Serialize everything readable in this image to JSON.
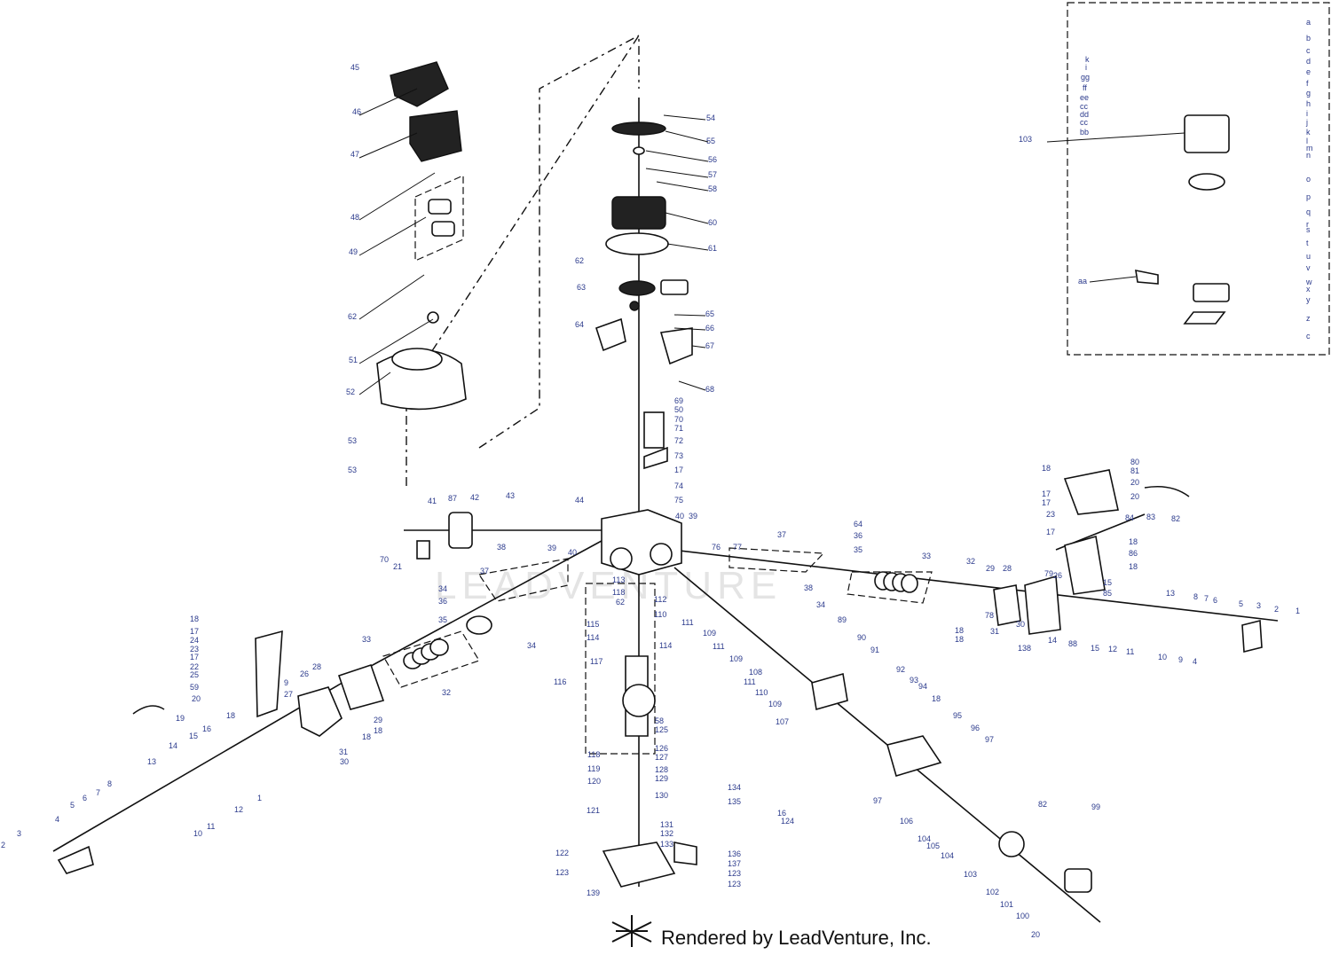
{
  "credit": "Rendered by LeadVenture, Inc.",
  "watermark": "LEADVENTURE",
  "colors": {
    "callout": "#2b3a8c",
    "line": "#111111"
  },
  "callouts": {
    "top": [
      "45",
      "46",
      "47",
      "48",
      "49",
      "62",
      "51",
      "52",
      "53",
      "53"
    ],
    "column": [
      "54",
      "55",
      "56",
      "57",
      "58",
      "60",
      "61",
      "62",
      "63",
      "65",
      "64",
      "66",
      "67",
      "68",
      "69",
      "50",
      "70",
      "71",
      "72",
      "73",
      "17",
      "74",
      "75",
      "44",
      "40",
      "39"
    ],
    "inset": [
      "a",
      "b",
      "c",
      "d",
      "e",
      "f",
      "g",
      "h",
      "i",
      "j",
      "k",
      "l",
      "m",
      "n",
      "o",
      "p",
      "q",
      "r",
      "s",
      "t",
      "u",
      "v",
      "w",
      "x",
      "y",
      "z",
      "c",
      "aa",
      "bb",
      "cc",
      "dd",
      "cc",
      "ee",
      "ff",
      "gg",
      "i",
      "k",
      "103"
    ],
    "left_arm": [
      "41",
      "87",
      "42",
      "43",
      "70",
      "21",
      "38",
      "39",
      "40",
      "37",
      "34",
      "36",
      "35",
      "34",
      "33",
      "32",
      "113",
      "118",
      "62",
      "110",
      "112",
      "111",
      "109",
      "111",
      "109",
      "108",
      "111",
      "110",
      "109",
      "108"
    ],
    "far_left": [
      "18",
      "17",
      "24",
      "23",
      "17",
      "22",
      "25",
      "59",
      "20",
      "19",
      "18",
      "16",
      "15",
      "14",
      "13",
      "8",
      "7",
      "6",
      "5",
      "4",
      "3",
      "2",
      "1",
      "12",
      "11",
      "10",
      "9",
      "27",
      "26",
      "28",
      "29",
      "18",
      "18",
      "31",
      "30",
      "138"
    ],
    "center": [
      "115",
      "114",
      "114",
      "117",
      "116",
      "118",
      "119",
      "120",
      "121",
      "122",
      "123",
      "139",
      "58",
      "125",
      "126",
      "127",
      "128",
      "129",
      "130",
      "131",
      "132",
      "133",
      "134",
      "135",
      "136",
      "137",
      "123",
      "123",
      "16",
      "124"
    ],
    "right_arm": [
      "76",
      "77",
      "37",
      "38",
      "64",
      "36",
      "35",
      "34",
      "33",
      "32",
      "29",
      "28",
      "78",
      "18",
      "18",
      "31",
      "30",
      "138",
      "79",
      "26",
      "14",
      "88",
      "15",
      "12",
      "11",
      "13",
      "8",
      "7",
      "6",
      "5",
      "3",
      "2",
      "1",
      "10",
      "9",
      "4",
      "15",
      "85"
    ],
    "upper_right": [
      "18",
      "80",
      "81",
      "20",
      "20",
      "17",
      "17",
      "23",
      "84",
      "83",
      "82",
      "17",
      "18",
      "86",
      "18"
    ],
    "lower_right": [
      "89",
      "90",
      "91",
      "92",
      "93",
      "94",
      "107",
      "18",
      "95",
      "96",
      "97",
      "97",
      "106",
      "104",
      "105",
      "104",
      "103",
      "82",
      "99",
      "102",
      "101",
      "100",
      "20"
    ]
  }
}
